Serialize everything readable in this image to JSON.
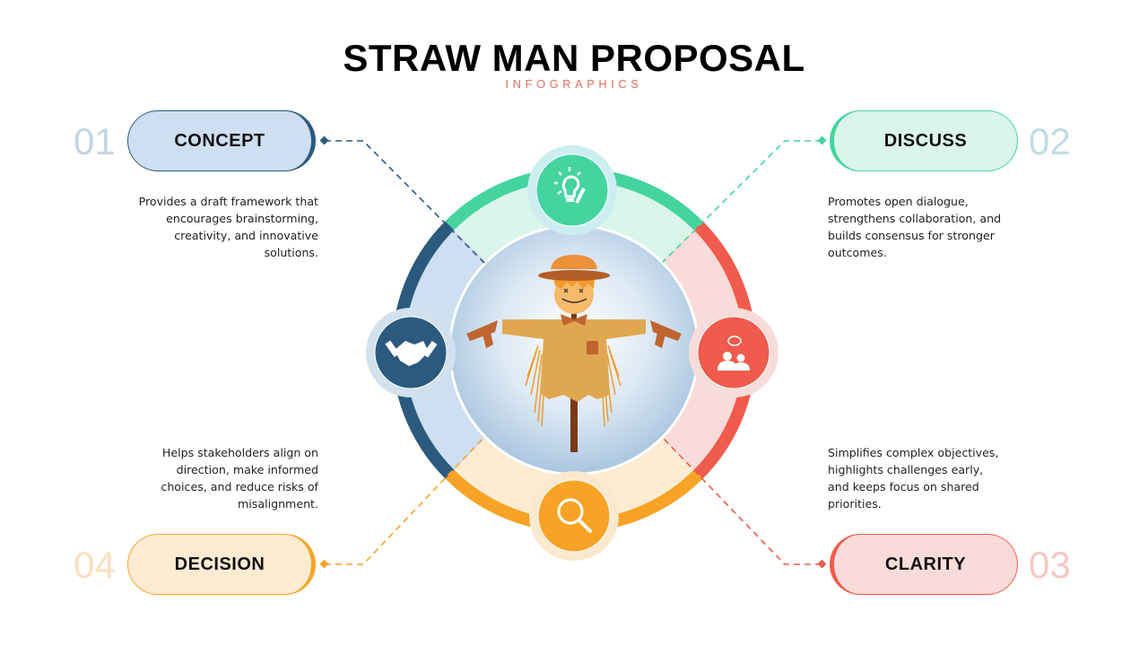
{
  "header": {
    "title": "STRAW MAN PROPOSAL",
    "subtitle": "INFOGRAPHICS"
  },
  "steps": [
    {
      "number": "01",
      "label": "CONCEPT",
      "description": "Provides a draft framework that encourages brainstorming, creativity, and innovative solutions.",
      "icon": "handshake-icon",
      "color": "#2b5a7e",
      "fill": "#cddff0"
    },
    {
      "number": "02",
      "label": "DISCUSS",
      "description": "Promotes open dialogue, strengthens collaboration, and builds consensus for stronger outcomes.",
      "icon": "lightbulb-pencil-icon",
      "color": "#45d4a0",
      "fill": "#daf5ea"
    },
    {
      "number": "03",
      "label": "CLARITY",
      "description": "Simplifies complex objectives, highlights challenges early, and keeps focus on shared priorities.",
      "icon": "people-chat-icon",
      "color": "#ef5b4c",
      "fill": "#f9dcd9"
    },
    {
      "number": "04",
      "label": "DECISION",
      "description": "Helps stakeholders align on direction, make informed choices, and reduce risks of misalignment.",
      "icon": "magnifier-icon",
      "color": "#f7a325",
      "fill": "#fdecd2"
    }
  ],
  "center": {
    "illustration": "scarecrow"
  }
}
